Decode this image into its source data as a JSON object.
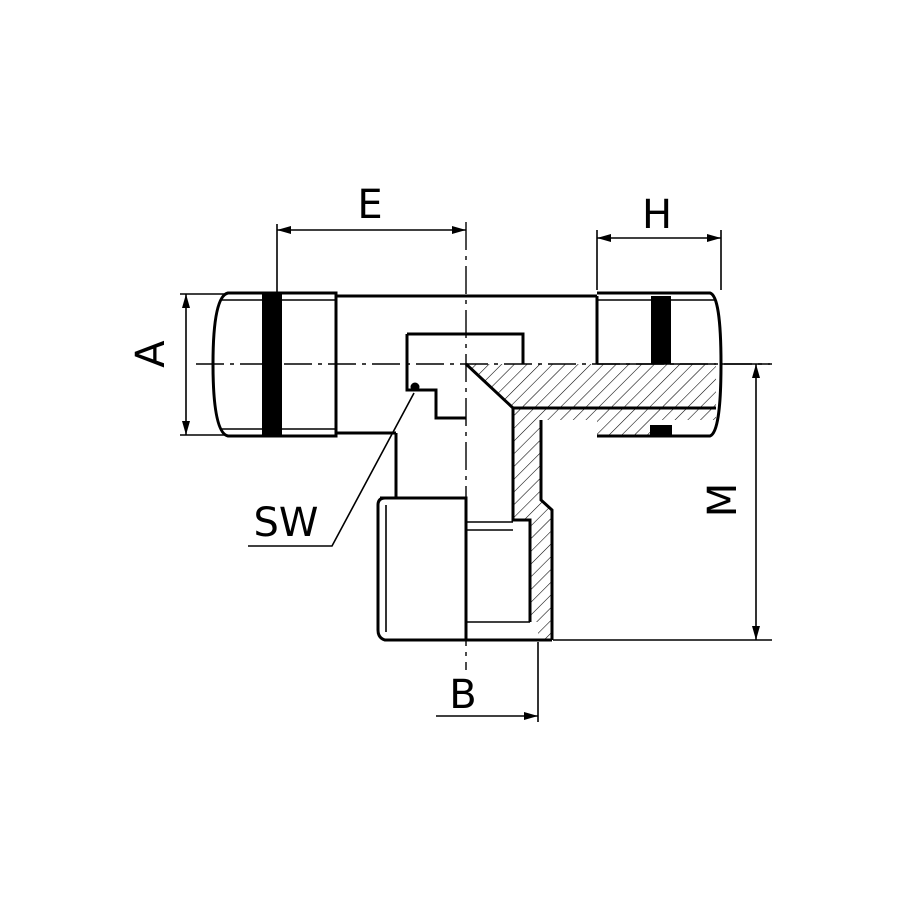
{
  "dimensions": {
    "A": "A",
    "B": "B",
    "E": "E",
    "H": "H",
    "M": "M",
    "SW": "SW"
  },
  "colors": {
    "line": "#000000",
    "background": "#ffffff"
  }
}
